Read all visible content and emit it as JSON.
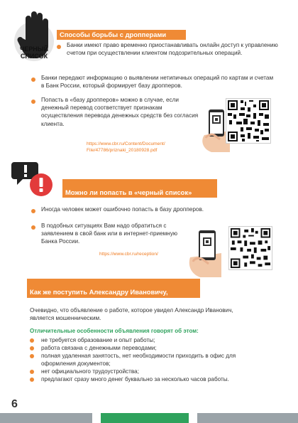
{
  "section1": {
    "badge_label": "ЧЕРНЫЙ\nСПИСОК",
    "title": "Способы борьбы с дропперами",
    "intro": "Банки имеют право временно приостанавливать онлайн доступ к управлению счетом при осуществлении клиентом подозрительных операций.",
    "bullets": [
      "Банки передают информацию о выявлении нетипичных операций по картам и счетам в Банк России, который формирует базу дропперов.",
      "Попасть в «базу дропперов» можно в случае, если денежный перевод соответствует признакам осуществления перевода денежных средств без согласия клиента."
    ],
    "link": "https://www.cbr.ru/Content/Document/\nFile/47786/priznaki_20180928.pdf"
  },
  "section2": {
    "title": "Можно ли попасть в «черный список»\nслучайно и что тогда делать?",
    "bullets": [
      "Иногда человек может ошибочно попасть в базу дропперов.",
      "В подобных ситуациях Вам надо обратиться с заявлением в свой банк или в интернет-приемную Банка России."
    ],
    "link": "https://www.cbr.ru/reception/"
  },
  "section3": {
    "title": "Как же поступить Александру Ивановичу,\nс историю которого мы начали?",
    "paragraph": "Очевидно, что объявление о работе, которое увидел Александр Иванович, является мошенническим.",
    "features_heading": "Отличительные особенности объявления говорят об этом:",
    "features": [
      "не требуется образование и опыт работы;",
      "работа связана с денежными переводами;",
      "полная удаленная занятость, нет необходимости приходить в офис для оформления документов;",
      "нет официального трудоустройства;",
      "предлагают сразу много денег буквально за несколько часов работы."
    ]
  },
  "footer": {
    "page_number": "6"
  },
  "colors": {
    "accent": "#ef8a35",
    "green": "#2fa25d",
    "footer_gray": "#9aa3a8",
    "footer_green": "#2fa25d"
  },
  "icons": [
    "hand-stop-icon",
    "chat-exclamation-icon",
    "qr-code-icon",
    "phone-hand-icon"
  ]
}
